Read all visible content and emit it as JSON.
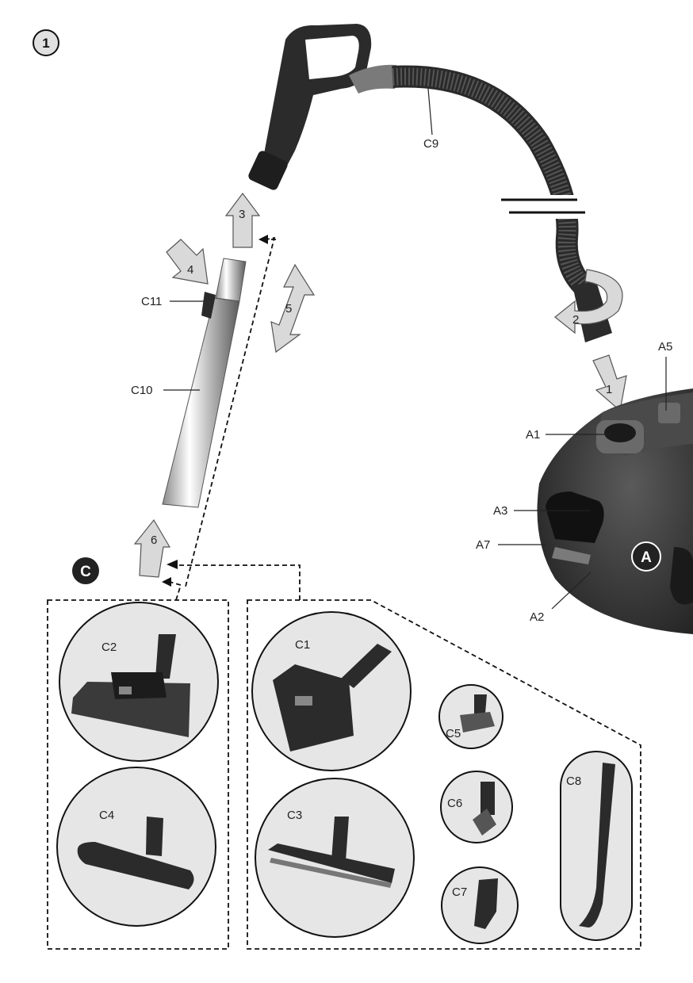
{
  "figure": {
    "number": "1",
    "group_badge": "C",
    "body_badge": "A"
  },
  "steps": [
    "1",
    "2",
    "3",
    "4",
    "5",
    "6"
  ],
  "parts": {
    "hose": "C9",
    "tube": "C10",
    "tube_button": "C11",
    "suction_port": "A1",
    "body": "A2",
    "handle": "A3",
    "top_button": "A5",
    "front": "A7"
  },
  "accessories": {
    "turbo_nozzle": "C2",
    "parquet_nozzle": "C4",
    "floor_nozzle": "C1",
    "wide_nozzle": "C3",
    "upholstery_nozzle": "C5",
    "dusting_brush": "C6",
    "crevice_tool": "C7",
    "long_crevice": "C8"
  },
  "colors": {
    "part_dark": "#2b2b2b",
    "arrow_fill": "#d9d9d9",
    "circle_fill": "#e6e6e6"
  }
}
